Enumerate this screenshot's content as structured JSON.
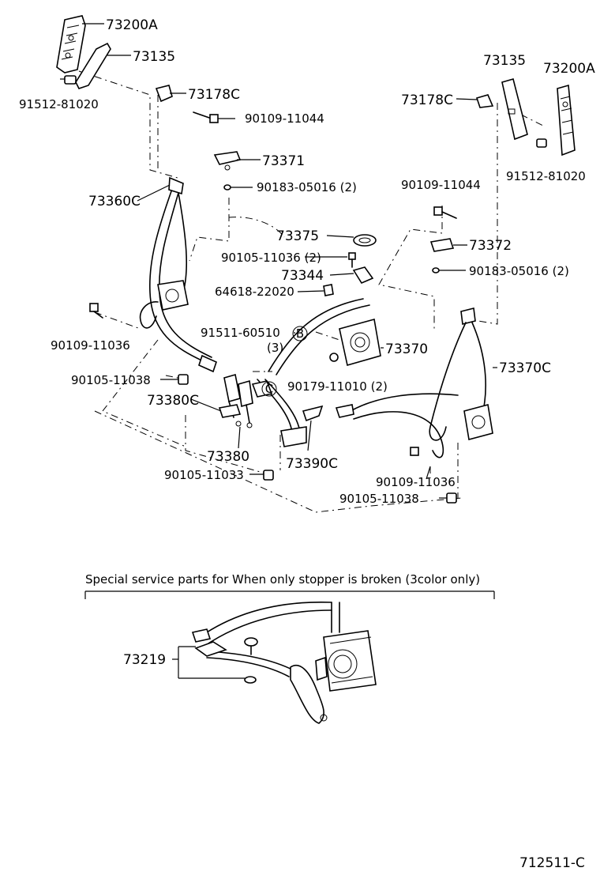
{
  "labels": {
    "l1": "73200A",
    "l2": "73135",
    "l3": "91512-81020",
    "l4": "73178C",
    "l5": "90109-11044",
    "l6": "73371",
    "l7": "90183-05016 (2)",
    "l8": "73360C",
    "l9": "73375",
    "l10": "90105-11036 (2)",
    "l11": "73344",
    "l12": "64618-22020",
    "l13": "90109-11036",
    "l14": "91511-60510",
    "l15": "(3)",
    "l16": "73370",
    "l17": "90105-11038",
    "l18": "90179-11010 (2)",
    "l19": "73380C",
    "l20": "73380",
    "l21": "73390C",
    "l22": "90105-11033",
    "l23": "73135",
    "l24": "73200A",
    "l25": "73178C",
    "l26": "91512-81020",
    "l27": "90109-11044",
    "l28": "73372",
    "l29": "90183-05016 (2)",
    "l30": "73370C",
    "l31": "90109-11036",
    "l32": "90105-11038",
    "l33": "73219"
  },
  "callouts": {
    "B": "B",
    "C": "C"
  },
  "special_section": {
    "caption": "Special service parts for When only stopper is broken (3color only)"
  },
  "diagram_code": "712511-C"
}
